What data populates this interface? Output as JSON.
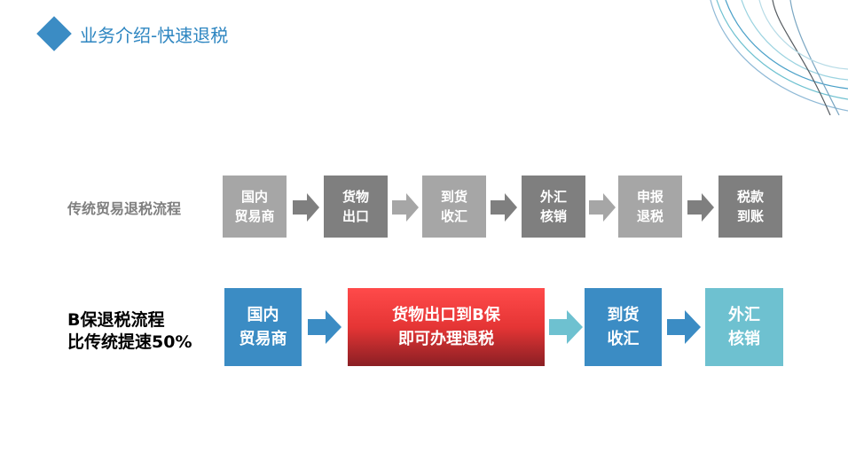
{
  "header": {
    "title": "业务介绍-快速退税"
  },
  "traditional": {
    "label": "传统贸易退税流程",
    "steps": [
      {
        "line1": "国内",
        "line2": "贸易商"
      },
      {
        "line1": "货物",
        "line2": "出口"
      },
      {
        "line1": "到货",
        "line2": "收汇"
      },
      {
        "line1": "外汇",
        "line2": "核销"
      },
      {
        "line1": "申报",
        "line2": "退税"
      },
      {
        "line1": "税款",
        "line2": "到账"
      }
    ]
  },
  "bonded": {
    "label_line1": "B保退税流程",
    "label_line2": "比传统提速50%",
    "steps": [
      {
        "line1": "国内",
        "line2": "贸易商"
      },
      {
        "line1": "货物出口到B保",
        "line2": "即可办理退税"
      },
      {
        "line1": "到货",
        "line2": "收汇"
      },
      {
        "line1": "外汇",
        "line2": "核销"
      }
    ]
  },
  "colors": {
    "accent": "#3b8cc4",
    "gray_light": "#a6a6a6",
    "gray_dark": "#7f7f7f",
    "teal": "#6ec1d0",
    "red": "#e53535"
  }
}
